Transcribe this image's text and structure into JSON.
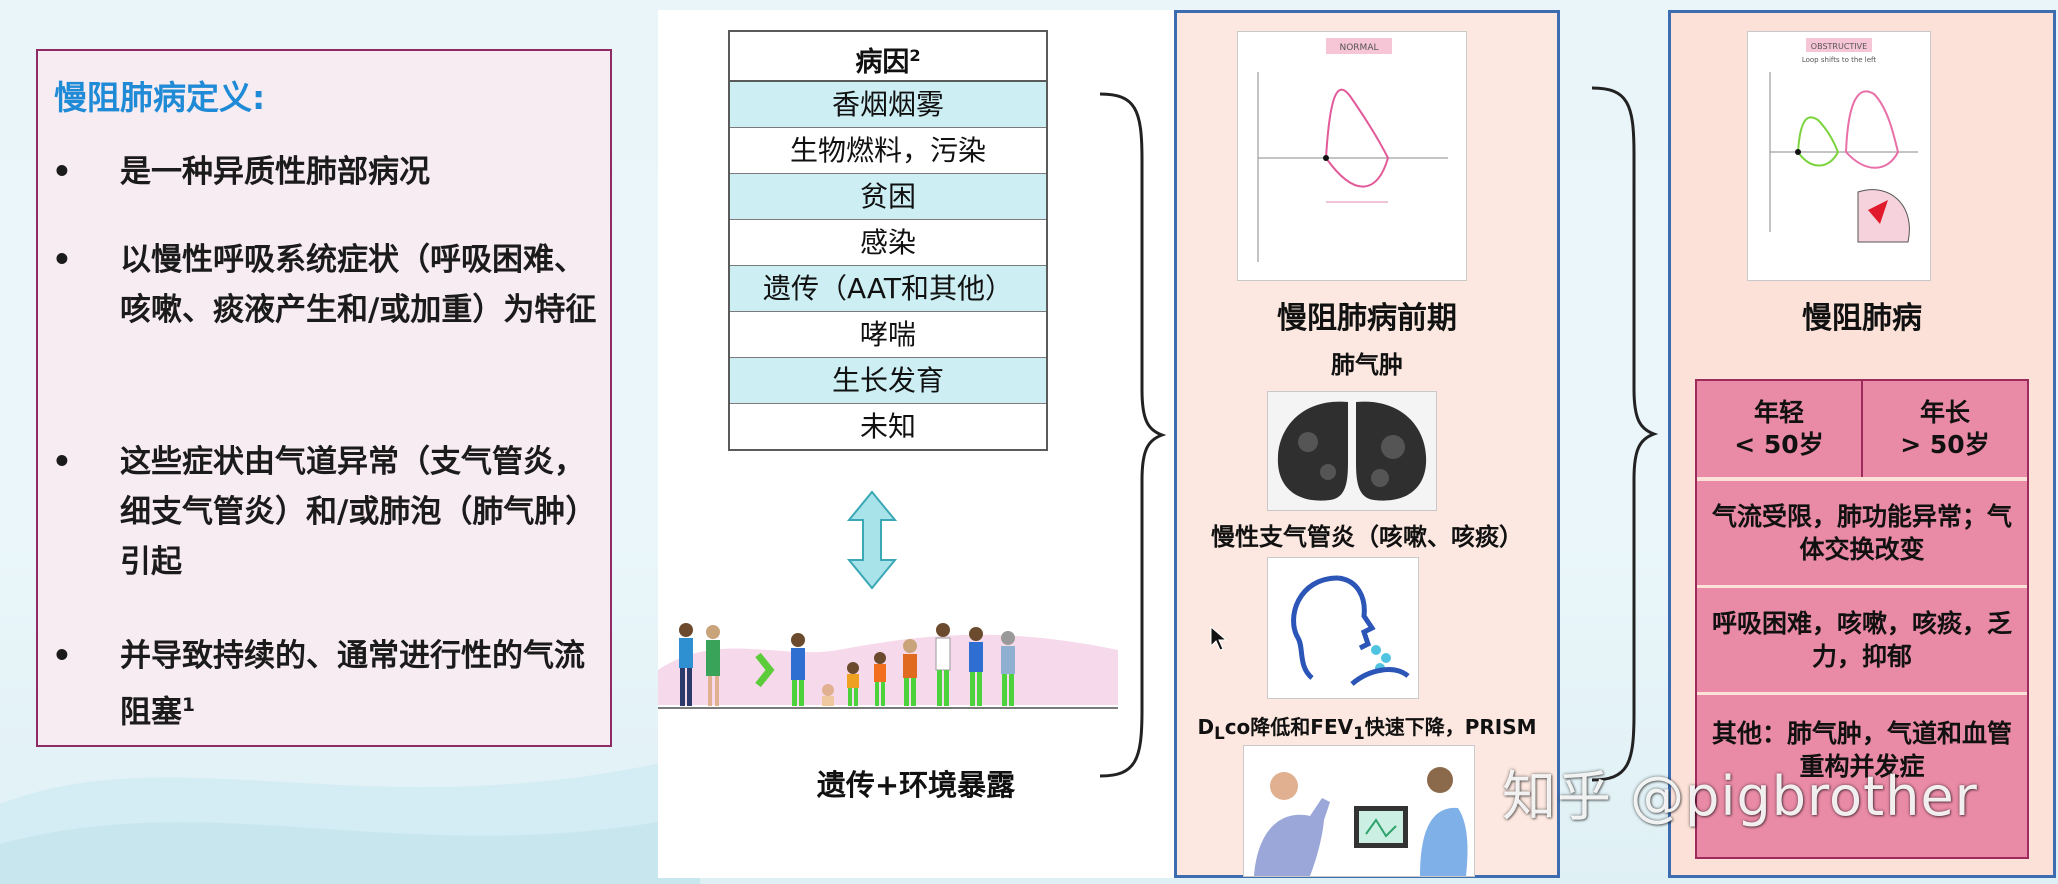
{
  "definition": {
    "title": "慢阻肺病定义:",
    "bullet_symbol": "•",
    "bullets": [
      "是一种异质性肺部病况",
      "以慢性呼吸系统症状（呼吸困难、咳嗽、痰液产生和/或加重）为特征",
      "这些症状由气道异常（支气管炎，细支气管炎）和/或肺泡（肺气肿）引起",
      "并导致持续的、通常进行性的气流阻塞"
    ],
    "bullet4_sup": "1"
  },
  "causes": {
    "header": "病因",
    "header_sup": "2",
    "items": [
      "香烟烟雾",
      "生物燃料，污染",
      "贫困",
      "感染",
      "遗传（AAT和其他）",
      "哮喘",
      "生长发育",
      "未知"
    ]
  },
  "middle_caption": "遗传+环境暴露",
  "pre_copd": {
    "chart_tag": "NORMAL",
    "title": "慢阻肺病前期",
    "emphysema_label": "肺气肿",
    "bronchitis_label": "慢性支气管炎（咳嗽、咳痰）",
    "dlco_prefix": "D",
    "dlco_sub": "L",
    "dlco_mid": "co降低和FEV",
    "dlco_sub2": "1",
    "dlco_suffix": "快速下降，PRISM"
  },
  "copd": {
    "chart_tag": "OBSTRUCTIVE",
    "chart_subtitle": "Loop shifts to the left",
    "title": "慢阻肺病",
    "young": "年轻\n< 50岁",
    "old": "年长\n> 50岁",
    "rows": [
      "气流受限，肺功能异常；气体交换改变",
      "呼吸困难，咳嗽，咳痰，乏力，抑郁",
      "其他：肺气肿，气道和血管重构并发症"
    ]
  },
  "watermark": "知乎 @pigbrother",
  "colors": {
    "title_blue": "#1f8bd6",
    "def_border": "#8e2a66",
    "def_bg": "#f8ecf3",
    "table_tint": "#cdeff4",
    "panel_blue": "#3d6db0",
    "copd_pink": "#e98aa6"
  }
}
